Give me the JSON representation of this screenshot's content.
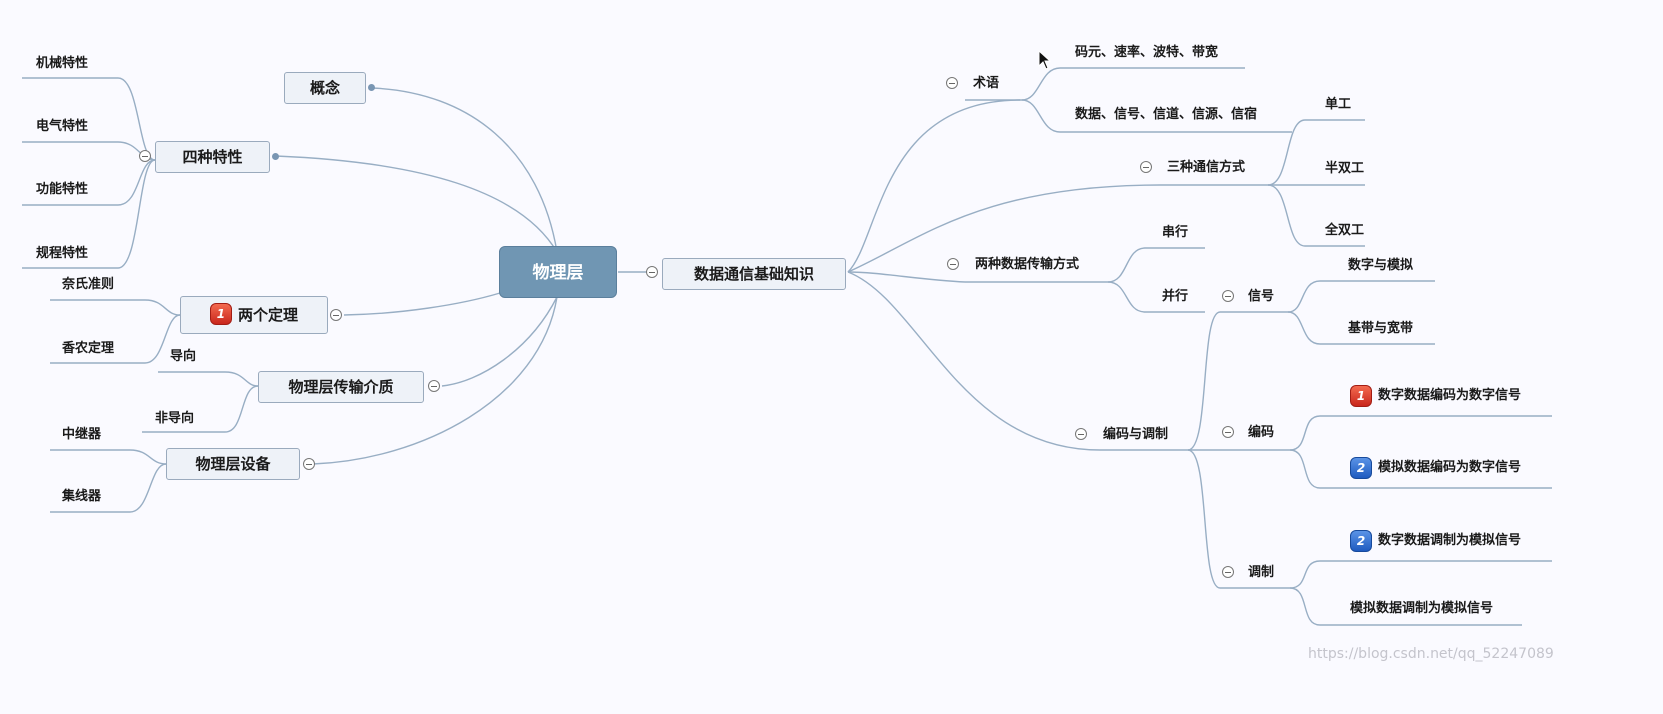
{
  "root": "物理层",
  "left": {
    "concept": "概念",
    "four_properties": {
      "label": "四种特性",
      "items": [
        "机械特性",
        "电气特性",
        "功能特性",
        "规程特性"
      ]
    },
    "two_theorems": {
      "label": "两个定理",
      "marker": "1",
      "items": [
        "奈氏准则",
        "香农定理"
      ]
    },
    "media": {
      "label": "物理层传输介质",
      "items": [
        "导向",
        "非导向"
      ]
    },
    "devices": {
      "label": "物理层设备",
      "items": [
        "中继器",
        "集线器"
      ]
    }
  },
  "right": {
    "label": "数据通信基础知识",
    "terms": {
      "label": "术语",
      "items": [
        "码元、速率、波特、带宽",
        "数据、信号、信道、信源、信宿"
      ]
    },
    "comm_modes": {
      "label": "三种通信方式",
      "items": [
        "单工",
        "半双工",
        "全双工"
      ]
    },
    "transfer_modes": {
      "label": "两种数据传输方式",
      "items": [
        "串行",
        "并行"
      ]
    },
    "encode_modulate": {
      "label": "编码与调制",
      "signal": {
        "label": "信号",
        "items": [
          "数字与模拟",
          "基带与宽带"
        ]
      },
      "encoding": {
        "label": "编码",
        "items": [
          {
            "marker": "1",
            "text": "数字数据编码为数字信号"
          },
          {
            "marker": "2",
            "text": "模拟数据编码为数字信号"
          }
        ]
      },
      "modulation": {
        "label": "调制",
        "items": [
          {
            "marker": "2",
            "text": "数字数据调制为模拟信号"
          },
          {
            "marker": "",
            "text": "模拟数据调制为模拟信号"
          }
        ]
      }
    }
  },
  "watermark": "https://blog.csdn.net/qq_52247089",
  "colors": {
    "root_fill": "#7096b3",
    "box_fill": "#eef2f8",
    "line": "#98aec4",
    "marker_red": "#d9331f",
    "marker_blue": "#2a66cc"
  }
}
